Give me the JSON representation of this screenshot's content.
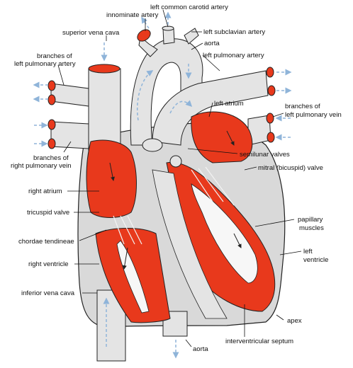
{
  "labels": {
    "left_common_carotid_artery": "left common carotid artery",
    "innominate_artery": "innominate artery",
    "superior_vena_cava": "superior vena cava",
    "left_subclavian_artery": "left subclavian artery",
    "aorta_top": "aorta",
    "branches_left_pulmonary_artery_1": "branches of",
    "branches_left_pulmonary_artery_2": "left pulmonary artery",
    "left_pulmonary_artery": "left pulmonary artery",
    "left_atrium": "left atrium",
    "branches_left_pulmonary_vein_1": "branches of",
    "branches_left_pulmonary_vein_2": "left pulmonary vein",
    "branches_right_pulmonary_vein_1": "branches of",
    "branches_right_pulmonary_vein_2": "right pulmonary vein",
    "semilunar_valves": "semilunar valves",
    "mitral_valve": "mitral (bicuspid) valve",
    "right_atrium": "right atrium",
    "tricuspid_valve": "tricuspid valve",
    "papillary_muscles_1": "papillary",
    "papillary_muscles_2": "muscles",
    "chordae_tendineae": "chordae tendineae",
    "left_ventricle_1": "left",
    "left_ventricle_2": "ventricle",
    "right_ventricle": "right ventricle",
    "inferior_vena_cava": "inferior vena cava",
    "apex": "apex",
    "interventricular_septum": "interventricular septum",
    "aorta_bottom": "aorta"
  },
  "colors": {
    "muscle": "#e8391c",
    "vessel": "#e4e4e4",
    "pericardium": "#d9d9d9",
    "outline": "#222222",
    "flow_arrow": "#8fb4d9"
  }
}
